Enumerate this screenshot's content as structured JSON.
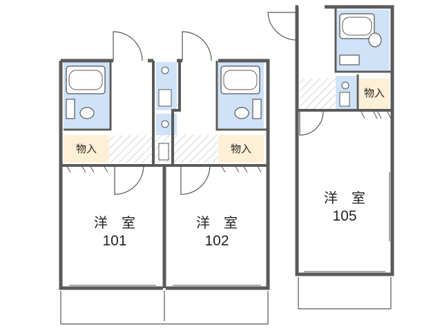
{
  "units": [
    {
      "room_type": "洋　室",
      "number": "101",
      "storage": "物入"
    },
    {
      "room_type": "洋　室",
      "number": "102",
      "storage": "物入"
    },
    {
      "room_type": "洋　室",
      "number": "105",
      "storage": "物入"
    }
  ],
  "colors": {
    "wall": "#5a5a5a",
    "bath_fill": "#cfe2f8",
    "storage_fill": "#fdf0d6",
    "hatch": "#b8b8b8",
    "line": "#555555"
  }
}
